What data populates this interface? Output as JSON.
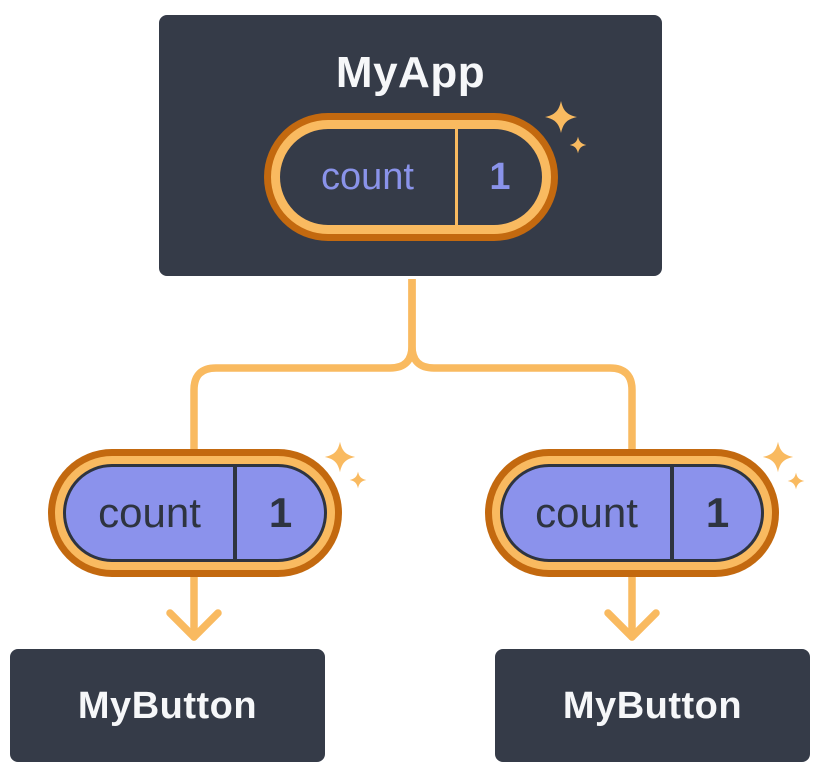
{
  "colors": {
    "background": "#FFFFFF",
    "component_box_fill": "#353B48",
    "component_box_border": "#FFFFFF",
    "component_title_text": "#F6F7F9",
    "connector_orange_light": "#F9BA60",
    "ring_orange_dark": "#C3690F",
    "state_pill_interior": "#353B48",
    "state_pill_text": "#8A93EA",
    "prop_pill_fill": "#8B92EC",
    "prop_pill_text_outline": "#2E3440"
  },
  "root_component": {
    "title": "MyApp",
    "state_pill": {
      "label": "count",
      "value": "1"
    }
  },
  "child_components": [
    {
      "title": "MyButton",
      "prop_pill": {
        "label": "count",
        "value": "1"
      }
    },
    {
      "title": "MyButton",
      "prop_pill": {
        "label": "count",
        "value": "1"
      }
    }
  ],
  "icons": {
    "sparkle": "sparkle-icon",
    "arrow": "arrow-down-icon"
  }
}
